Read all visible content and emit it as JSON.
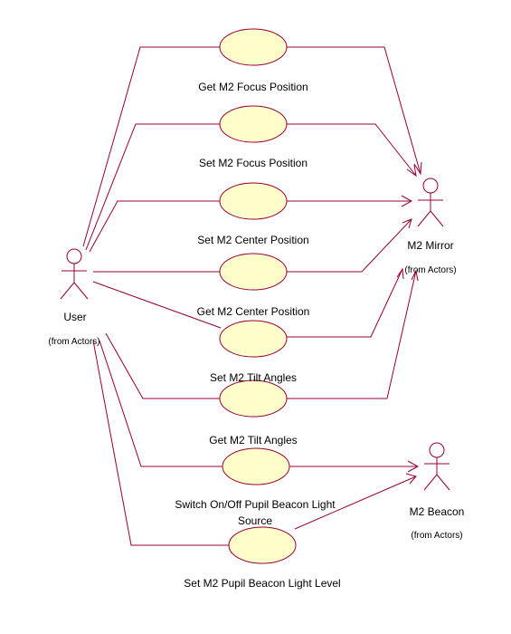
{
  "colors": {
    "ellipse_fill": "#ffffcc",
    "stroke": "#990033",
    "text": "#000000",
    "background": "#ffffff"
  },
  "actors": {
    "user": {
      "name": "User",
      "origin": "(from Actors)"
    },
    "mirror": {
      "name": "M2 Mirror",
      "origin": "(from Actors)"
    },
    "beacon": {
      "name": "M2 Beacon",
      "origin": "(from Actors)"
    }
  },
  "use_cases": [
    {
      "label": "Get M2 Focus Position"
    },
    {
      "label": "Set M2 Focus Position"
    },
    {
      "label": "Set M2 Center Position"
    },
    {
      "label": "Get M2 Center Position"
    },
    {
      "label": "Set M2 Tilt Angles"
    },
    {
      "label": "Get M2 Tilt Angles"
    },
    {
      "label_line1": "Switch On/Off Pupil Beacon Light",
      "label_line2": "Source"
    },
    {
      "label": "Set M2 Pupil Beacon Light Level"
    }
  ]
}
